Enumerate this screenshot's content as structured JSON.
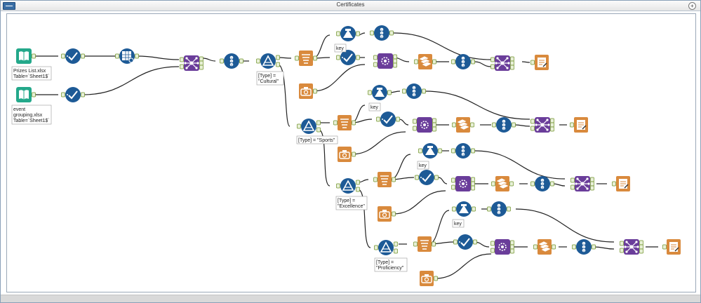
{
  "container": {
    "title": "Certificates",
    "add_symbol": "+",
    "colors": {
      "input_green": "#23a88a",
      "prep_blue": "#1d5a96",
      "join_purple": "#6a3d9a",
      "output_orange": "#d98a3d",
      "wire": "#222222"
    }
  },
  "annotations": {
    "input1": [
      "Prizes List.xlsx",
      "Table=`Sheet1$`"
    ],
    "input2": [
      "event",
      "grouping.xlsx",
      "Table=`Sheet1$`"
    ],
    "filter1": [
      "[Type] =",
      "\"Cultural\""
    ],
    "filter2": [
      "[Type] = \"Sports\""
    ],
    "filter3": [
      "[Type] =",
      "\"Excellence\""
    ],
    "filter4": [
      "[Type] =",
      "\"Proficiency\""
    ],
    "key": "key"
  }
}
